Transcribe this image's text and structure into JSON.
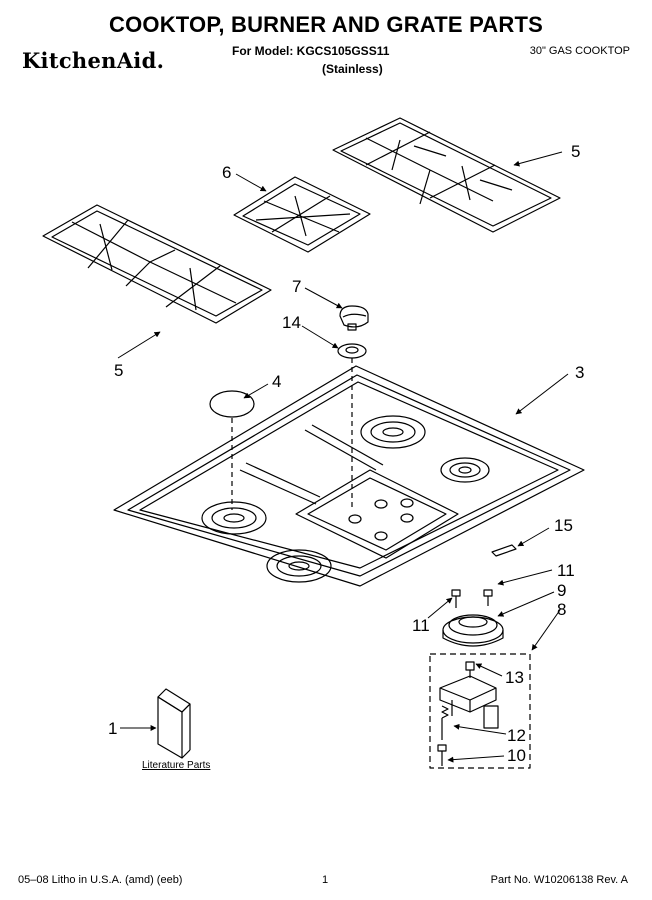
{
  "header": {
    "title": "COOKTOP, BURNER AND GRATE PARTS",
    "brand": "KitchenAid.",
    "model_line": "For Model: KGCS105GSS11",
    "finish": "(Stainless)",
    "cooktop_type": "30\" GAS COOKTOP"
  },
  "callouts": {
    "c1": "1",
    "c3": "3",
    "c4": "4",
    "c5a": "5",
    "c5b": "5",
    "c6": "6",
    "c7": "7",
    "c8": "8",
    "c9": "9",
    "c10": "10",
    "c11a": "11",
    "c11b": "11",
    "c12": "12",
    "c13": "13",
    "c14": "14",
    "c15": "15"
  },
  "literature_label": "Literature Parts",
  "footer": {
    "litho": "05–08 Litho in U.S.A. (amd) (eeb)",
    "page": "1",
    "part_no": "Part No. W10206138 Rev. A"
  }
}
